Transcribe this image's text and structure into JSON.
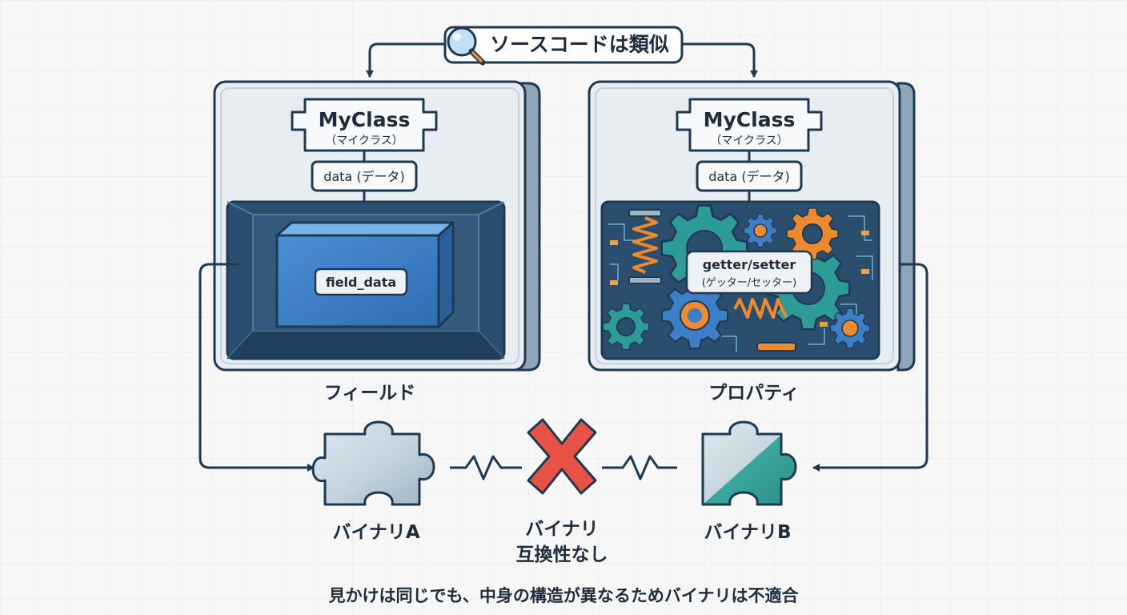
{
  "top_label": "ソースコードは類似",
  "left_panel": {
    "class_name": "MyClass",
    "class_reading": "（マイクラス）",
    "member": "data (データ)",
    "inner_label": "field_data",
    "caption": "フィールド"
  },
  "right_panel": {
    "class_name": "MyClass",
    "class_reading": "（マイクラス）",
    "member": "data (データ)",
    "inner_label": "getter/setter",
    "inner_reading": "(ゲッター/セッター)",
    "caption": "プロパティ"
  },
  "binary_a": "バイナリA",
  "binary_b": "バイナリB",
  "incompatible_line1": "バイナリ",
  "incompatible_line2": "互換性なし",
  "bottom_note": "見かけは同じでも、中身の構造が異なるためバイナリは不適合",
  "colors": {
    "navy": "#1e3a52",
    "panel": "#e8edf1",
    "panel_side": "#8fa6ba",
    "field_blue": "#3d7fc6",
    "gear_teal": "#2d9c98",
    "gear_blue": "#3d7fc6",
    "gear_orange": "#ee8a2e",
    "cross_red": "#e65243",
    "puzzle_teal": "#3aa79f",
    "puzzle_grey": "#b9c9d4"
  },
  "icons": [
    "magnifier-icon",
    "puzzle-piece-a-icon",
    "puzzle-piece-b-icon",
    "cross-icon",
    "gear-icon",
    "spring-icon"
  ]
}
